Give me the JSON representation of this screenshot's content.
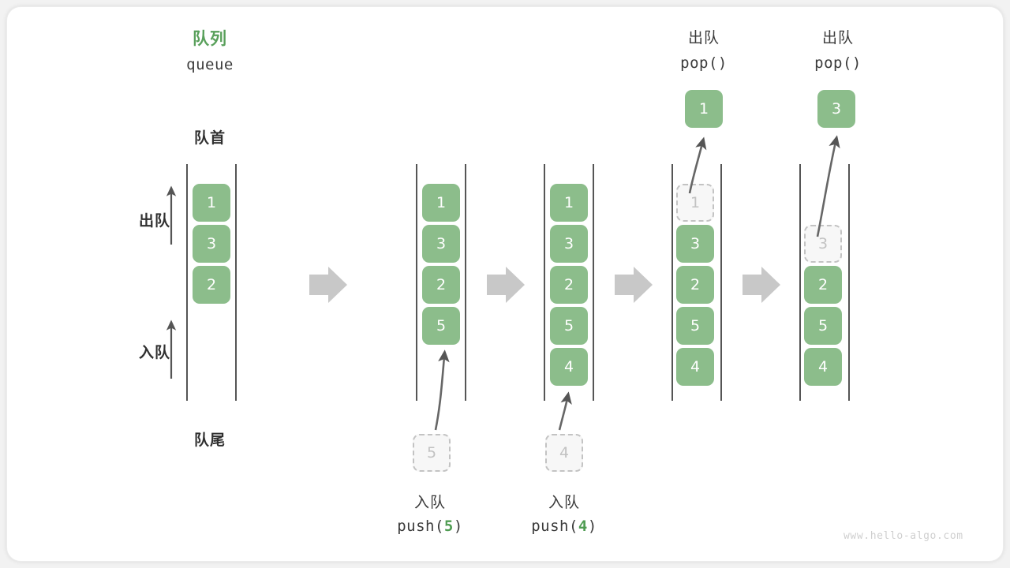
{
  "diagram": {
    "title_cn": "队列",
    "title_en": "queue",
    "head_label": "队首",
    "tail_label": "队尾",
    "dequeue_label": "出队",
    "enqueue_label": "入队",
    "watermark": "www.hello-algo.com",
    "accent_green": "#8cbd8b",
    "title_green": "#59a05b",
    "ghost_gray": "#c2c2c2",
    "arrow_gray": "#555555",
    "step_arrow_gray": "#c8c8c8"
  },
  "stages": [
    {
      "id": "initial",
      "cells": [
        {
          "value": "1",
          "state": "filled",
          "row": 1
        },
        {
          "value": "3",
          "state": "filled",
          "row": 2
        },
        {
          "value": "2",
          "state": "filled",
          "row": 3
        }
      ],
      "caption_cn": "",
      "caption_code": "",
      "float_value": "",
      "float_position": ""
    },
    {
      "id": "push-5",
      "cells": [
        {
          "value": "1",
          "state": "filled",
          "row": 1
        },
        {
          "value": "3",
          "state": "filled",
          "row": 2
        },
        {
          "value": "2",
          "state": "filled",
          "row": 3
        },
        {
          "value": "5",
          "state": "filled",
          "row": 4
        }
      ],
      "caption_cn": "入队",
      "caption_code_prefix": "push(",
      "caption_code_num": "5",
      "caption_code_suffix": ")",
      "float_value": "5",
      "float_position": "below"
    },
    {
      "id": "push-4",
      "cells": [
        {
          "value": "1",
          "state": "filled",
          "row": 1
        },
        {
          "value": "3",
          "state": "filled",
          "row": 2
        },
        {
          "value": "2",
          "state": "filled",
          "row": 3
        },
        {
          "value": "5",
          "state": "filled",
          "row": 4
        },
        {
          "value": "4",
          "state": "filled",
          "row": 5
        }
      ],
      "caption_cn": "入队",
      "caption_code_prefix": "push(",
      "caption_code_num": "4",
      "caption_code_suffix": ")",
      "float_value": "4",
      "float_position": "below"
    },
    {
      "id": "pop-1",
      "cells": [
        {
          "value": "1",
          "state": "ghost",
          "row": 1
        },
        {
          "value": "3",
          "state": "filled",
          "row": 2
        },
        {
          "value": "2",
          "state": "filled",
          "row": 3
        },
        {
          "value": "5",
          "state": "filled",
          "row": 4
        },
        {
          "value": "4",
          "state": "filled",
          "row": 5
        }
      ],
      "caption_cn": "出队",
      "caption_code_prefix": "pop(",
      "caption_code_num": "",
      "caption_code_suffix": ")",
      "float_value": "1",
      "float_position": "above"
    },
    {
      "id": "pop-3",
      "cells": [
        {
          "value": "3",
          "state": "ghost",
          "row": 2
        },
        {
          "value": "2",
          "state": "filled",
          "row": 3
        },
        {
          "value": "5",
          "state": "filled",
          "row": 4
        },
        {
          "value": "4",
          "state": "filled",
          "row": 5
        }
      ],
      "caption_cn": "出队",
      "caption_code_prefix": "pop(",
      "caption_code_num": "",
      "caption_code_suffix": ")",
      "float_value": "3",
      "float_position": "above"
    }
  ]
}
